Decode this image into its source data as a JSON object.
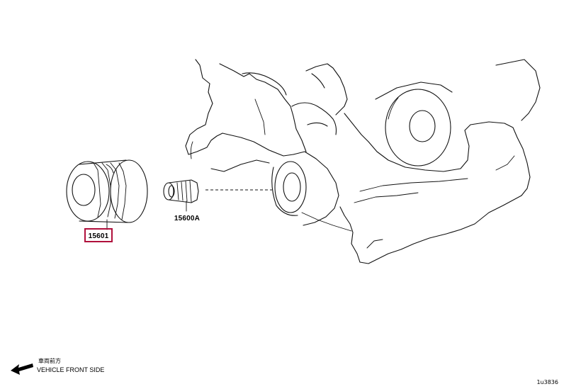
{
  "parts": [
    {
      "code": "15601",
      "highlighted": true
    },
    {
      "code": "15600A",
      "highlighted": false
    }
  ],
  "direction": {
    "jp_label": "車両前方",
    "en_label": "VEHICLE FRONT SIDE",
    "arrow_icon": "arrow-left-icon"
  },
  "reference_code": "1u3836",
  "colors": {
    "highlight": "#b0103c",
    "line": "#111111"
  }
}
